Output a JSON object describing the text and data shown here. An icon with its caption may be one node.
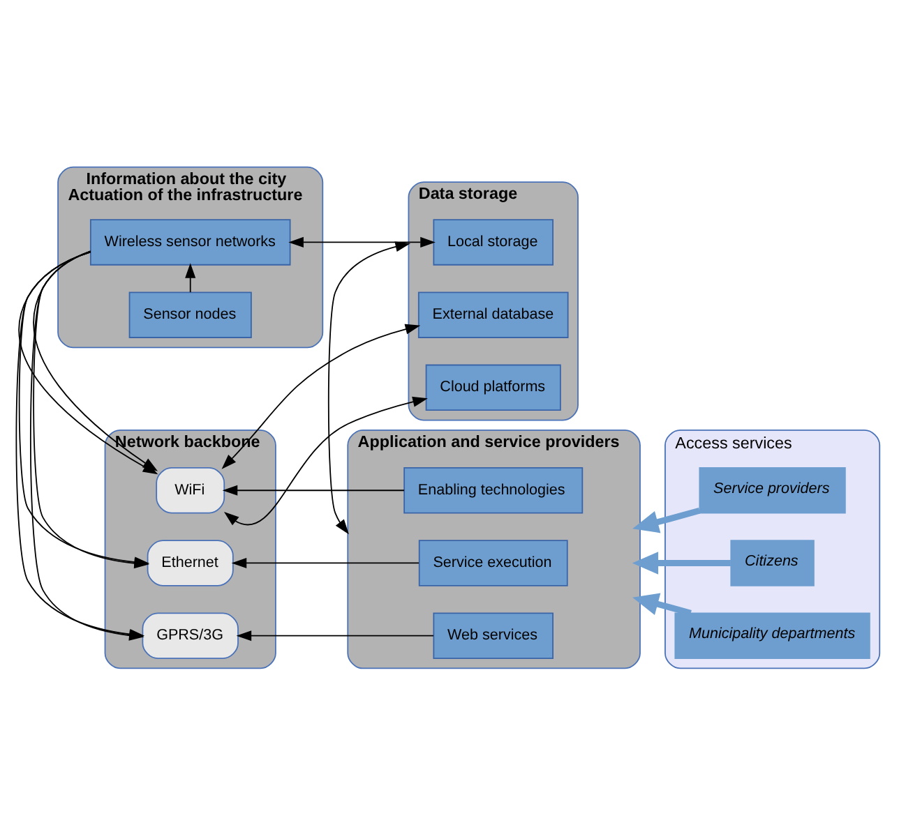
{
  "diagram": {
    "nodes": [
      {
        "text": [
          "Information about the city",
          "Actuation of the infrastructure"
        ]
      },
      {
        "text": [
          "Wireless sensor networks"
        ],
        "in": 0
      },
      {
        "text": [
          "Sensor nodes"
        ],
        "in": 0
      },
      {
        "text": [
          "Data storage"
        ]
      },
      {
        "text": [
          "Local storage"
        ],
        "in": 3
      },
      {
        "text": [
          "External database"
        ],
        "in": 3
      },
      {
        "text": [
          "Cloud platforms"
        ],
        "in": 3
      },
      {
        "text": [
          "Network backbone"
        ]
      },
      {
        "text": [
          "Ethernet"
        ],
        "in": 7
      },
      {
        "text": [
          "GPRS/3G"
        ],
        "in": 7
      },
      {
        "text": [
          "WiFi"
        ],
        "in": 7
      },
      {
        "text": [
          "Application and service providers"
        ]
      },
      {
        "text": [
          "Service execution"
        ],
        "in": 11
      },
      {
        "text": [
          "Web services"
        ],
        "in": 11
      },
      {
        "text": [
          "Enabling technologies"
        ],
        "in": 11
      },
      {
        "text": [
          "Access services"
        ]
      },
      {
        "text": [
          "Service providers"
        ],
        "in": 15
      },
      {
        "text": [
          "Citizens"
        ],
        "in": 15
      },
      {
        "text": [
          "Municipality departments"
        ],
        "in": 15
      }
    ],
    "edges": [
      {
        "from": 2,
        "to": 1,
        "arrow": "to"
      },
      {
        "from": 1,
        "to": 4,
        "arrow": "both"
      },
      {
        "from": 1,
        "to": 8,
        "arrow": "to"
      },
      {
        "from": 1,
        "to": 9,
        "arrow": "to"
      },
      {
        "from": 1,
        "to": 10,
        "arrow": "to"
      },
      {
        "from": 10,
        "to": 5,
        "arrow": "both"
      },
      {
        "from": 10,
        "to": 6,
        "arrow": "both"
      },
      {
        "from": 12,
        "to": 8,
        "arrow": "to"
      },
      {
        "from": 13,
        "to": 9,
        "arrow": "to"
      },
      {
        "from": 14,
        "to": 10,
        "arrow": "to"
      },
      {
        "from": 11,
        "to": 3,
        "arrow": "both"
      },
      {
        "from": 16,
        "to": 11,
        "arrow": "to",
        "style": "thick",
        "color": "#6d9ecf"
      },
      {
        "from": 17,
        "to": 11,
        "arrow": "to",
        "style": "thick",
        "color": "#6d9ecf"
      },
      {
        "from": 18,
        "to": 11,
        "arrow": "to",
        "style": "thick",
        "color": "#6d9ecf"
      }
    ]
  }
}
